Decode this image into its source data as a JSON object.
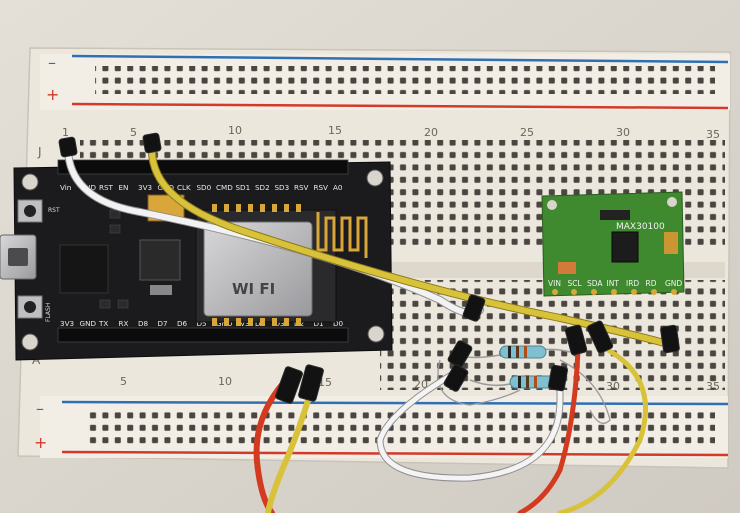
{
  "breadboard": {
    "top_rail": {
      "minus": "–",
      "plus": "+"
    },
    "bottom_rail": {
      "minus": "–",
      "plus": "+"
    },
    "row_letters": {
      "top": "J",
      "bottom": "A"
    },
    "column_numbers_top": [
      "1",
      "5",
      "10",
      "15",
      "20",
      "25",
      "30",
      "35"
    ],
    "column_numbers_bottom": [
      "5",
      "10",
      "15",
      "20",
      "25",
      "30",
      "35"
    ]
  },
  "nodemcu": {
    "top_pins": [
      "Vin",
      "GND",
      "RST",
      "EN",
      "3V3",
      "GND",
      "CLK",
      "SD0",
      "CMD",
      "SD1",
      "SD2",
      "SD3",
      "RSV",
      "RSV",
      "A0"
    ],
    "bottom_pins": [
      "3V3",
      "GND",
      "TX",
      "RX",
      "D8",
      "D7",
      "D6",
      "D5",
      "GND",
      "3V3",
      "D4",
      "D3",
      "D2",
      "D1",
      "D0"
    ],
    "buttons": {
      "left_top": "RST",
      "left_bottom": "FLASH"
    },
    "module_label": "WI FI"
  },
  "sensor": {
    "title": "MAX30100",
    "pins": [
      "VIN",
      "SCL",
      "SDA",
      "INT",
      "IRD",
      "RD",
      "GND"
    ]
  },
  "colors": {
    "board": "#ece7dd",
    "rail_blue": "#2f6fb3",
    "rail_red": "#d23a2a",
    "mcu_pcb": "#1b1b1d",
    "sensor_pcb": "#3f8a2f",
    "wire_white": "#f2f2f2",
    "wire_yellow": "#d8c23a",
    "wire_red": "#d33a1f"
  }
}
